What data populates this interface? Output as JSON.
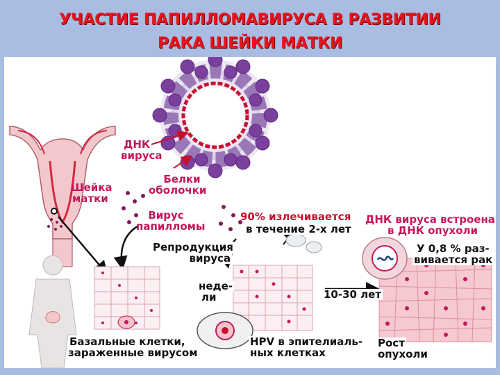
{
  "title": {
    "line1": "УЧАСТИЕ ПАПИЛЛОМАВИРУСА В РАЗВИТИИ",
    "line2": "РАКА ШЕЙКИ МАТКИ"
  },
  "labels": {
    "dna_virus_1": "ДНК",
    "dna_virus_2": "вируса",
    "capsid_1": "Белки",
    "capsid_2": "оболочки",
    "cervix_1": "Шейка",
    "cervix_2": "матки",
    "papilloma_1": "Вирус",
    "papilloma_2": "папилломы",
    "reproduction_1": "Репродукция",
    "reproduction_2": "вируса",
    "weeks_1": "неде-",
    "weeks_2": "ли",
    "cure_1": "90% излечивается",
    "cure_2": "в течение 2-х лет",
    "integrated_1": "ДНК вируса встроена",
    "integrated_2": "в ДНК опухоли",
    "cancer_1": "У 0,8 % раз-",
    "cancer_2": "вивается рак",
    "years": "10-30 лет",
    "basal_1": "Базальные клетки,",
    "basal_2": "зараженные вирусом",
    "epithelial_1": "HPV в эпителиаль-",
    "epithelial_2": "ных клетках",
    "tumor_1": "Рост",
    "tumor_2": "опухоли"
  },
  "colors": {
    "title": "#e8141c",
    "accent_label": "#c2185b",
    "virus_capsid": "#7b3f9e",
    "virus_dna": "#c8102e",
    "cell_nucleus": "#c2185b",
    "background": "#a9bde2"
  }
}
